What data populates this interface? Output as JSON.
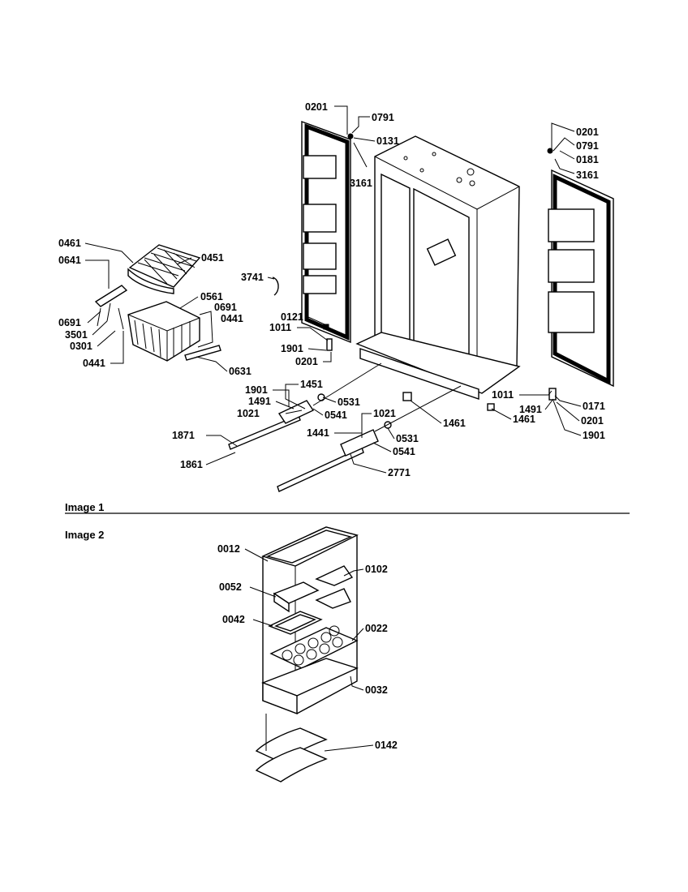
{
  "captions": {
    "image1": "Image 1",
    "image2": "Image 2"
  },
  "labels": [
    {
      "id": "l1",
      "text": "0201"
    },
    {
      "id": "l2",
      "text": "0791"
    },
    {
      "id": "l3",
      "text": "0131"
    },
    {
      "id": "l4",
      "text": "3161"
    },
    {
      "id": "l5",
      "text": "0201"
    },
    {
      "id": "l6",
      "text": "0791"
    },
    {
      "id": "l7",
      "text": "0181"
    },
    {
      "id": "l8",
      "text": "3161"
    },
    {
      "id": "l9",
      "text": "0461"
    },
    {
      "id": "l10",
      "text": "0451"
    },
    {
      "id": "l11",
      "text": "0641"
    },
    {
      "id": "l12",
      "text": "3741"
    },
    {
      "id": "l13",
      "text": "0561"
    },
    {
      "id": "l14",
      "text": "0691"
    },
    {
      "id": "l15",
      "text": "0441"
    },
    {
      "id": "l16",
      "text": "0691"
    },
    {
      "id": "l17",
      "text": "3501"
    },
    {
      "id": "l18",
      "text": "0301"
    },
    {
      "id": "l19",
      "text": "0441"
    },
    {
      "id": "l20",
      "text": "0121"
    },
    {
      "id": "l21",
      "text": "1011"
    },
    {
      "id": "l22",
      "text": "1901"
    },
    {
      "id": "l23",
      "text": "0201"
    },
    {
      "id": "l24",
      "text": "0631"
    },
    {
      "id": "l25",
      "text": "1901"
    },
    {
      "id": "l26",
      "text": "1451"
    },
    {
      "id": "l27",
      "text": "1491"
    },
    {
      "id": "l28",
      "text": "0531"
    },
    {
      "id": "l29",
      "text": "1021"
    },
    {
      "id": "l30",
      "text": "0541"
    },
    {
      "id": "l31",
      "text": "1461"
    },
    {
      "id": "l32",
      "text": "1011"
    },
    {
      "id": "l33",
      "text": "1491"
    },
    {
      "id": "l34",
      "text": "0171"
    },
    {
      "id": "l35",
      "text": "1461"
    },
    {
      "id": "l36",
      "text": "0201"
    },
    {
      "id": "l37",
      "text": "1901"
    },
    {
      "id": "l38",
      "text": "1021"
    },
    {
      "id": "l39",
      "text": "1441"
    },
    {
      "id": "l40",
      "text": "0531"
    },
    {
      "id": "l41",
      "text": "0541"
    },
    {
      "id": "l42",
      "text": "1871"
    },
    {
      "id": "l43",
      "text": "1861"
    },
    {
      "id": "l44",
      "text": "2771"
    },
    {
      "id": "l45",
      "text": "0012"
    },
    {
      "id": "l46",
      "text": "0102"
    },
    {
      "id": "l47",
      "text": "0052"
    },
    {
      "id": "l48",
      "text": "0042"
    },
    {
      "id": "l49",
      "text": "0022"
    },
    {
      "id": "l50",
      "text": "0032"
    },
    {
      "id": "l51",
      "text": "0142"
    }
  ]
}
